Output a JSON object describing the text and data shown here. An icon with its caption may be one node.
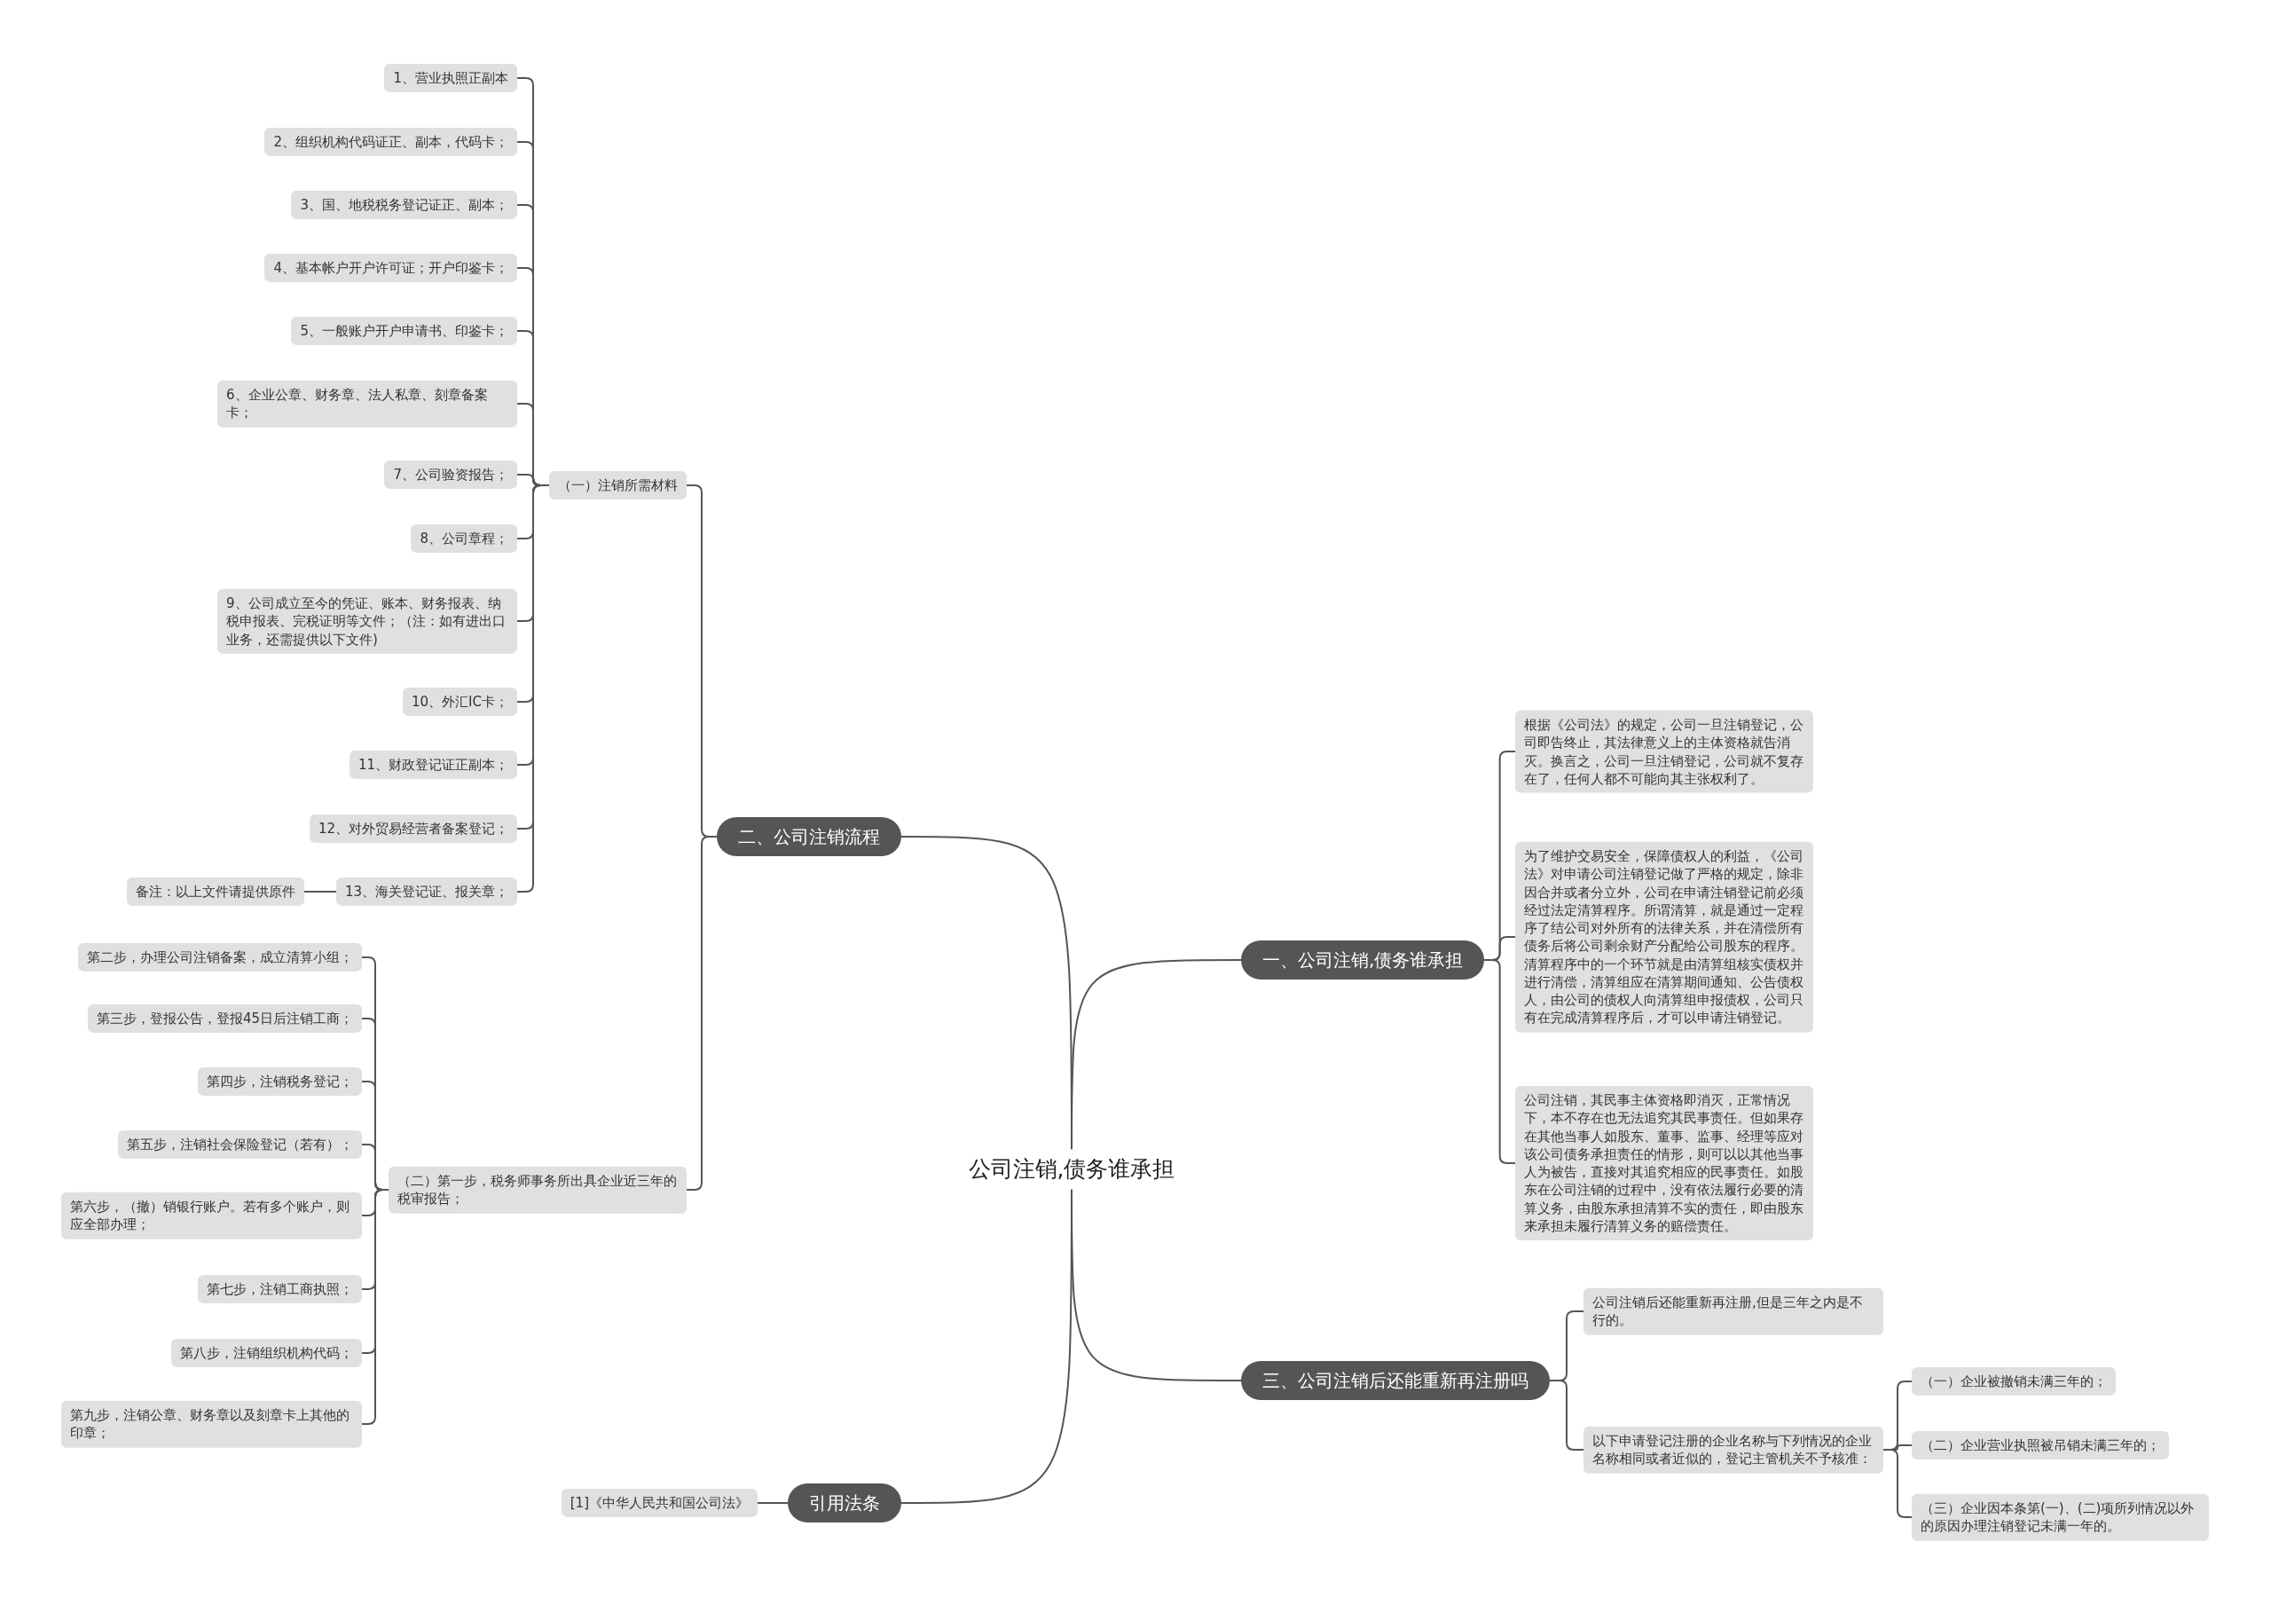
{
  "diagram": {
    "nodes": [
      {
        "text": [
          "公司注销,债务谁承担"
        ]
      },
      {
        "text": [
          "二、公司注销流程"
        ]
      },
      {
        "text": [
          "（一）注销所需材料"
        ]
      },
      {
        "text": [
          "1、营业执照正副本"
        ]
      },
      {
        "text": [
          "2、组织机构代码证正、副本，代码卡；"
        ]
      },
      {
        "text": [
          "3、国、地税税务登记证正、副本；"
        ]
      },
      {
        "text": [
          "4、基本帐户开户许可证；开户印鉴卡；"
        ]
      },
      {
        "text": [
          "5、一般账户开户申请书、印鉴卡；"
        ]
      },
      {
        "text": [
          "6、企业公章、财务章、法人私章、刻章备案卡；"
        ]
      },
      {
        "text": [
          "7、公司验资报告；"
        ]
      },
      {
        "text": [
          "8、公司章程；"
        ]
      },
      {
        "text": [
          "9、公司成立至今的凭证、账本、财务报表、纳税申报表、完税证明等文件；（注：如有进出口业务，还需提供以下文件)"
        ]
      },
      {
        "text": [
          "10、外汇IC卡；"
        ]
      },
      {
        "text": [
          "11、财政登记证正副本；"
        ]
      },
      {
        "text": [
          "12、对外贸易经营者备案登记；"
        ]
      },
      {
        "text": [
          "13、海关登记证、报关章；"
        ]
      },
      {
        "text": [
          "备注：以上文件请提供原件"
        ]
      },
      {
        "text": [
          "（二）第一步，税务师事务所出具企业近三年的税审报告；"
        ]
      },
      {
        "text": [
          "第二步，办理公司注销备案，成立清算小组；"
        ]
      },
      {
        "text": [
          "第三步，登报公告，登报45日后注销工商；"
        ]
      },
      {
        "text": [
          "第四步，注销税务登记；"
        ]
      },
      {
        "text": [
          "第五步，注销社会保险登记（若有）；"
        ]
      },
      {
        "text": [
          "第六步，（撤）销银行账户。若有多个账户，则应全部办理；"
        ]
      },
      {
        "text": [
          "第七步，注销工商执照；"
        ]
      },
      {
        "text": [
          "第八步，注销组织机构代码；"
        ]
      },
      {
        "text": [
          "第九步，注销公章、财务章以及刻章卡上其他的印章；"
        ]
      },
      {
        "text": [
          "引用法条"
        ]
      },
      {
        "text": [
          "[1]《中华人民共和国公司法》"
        ]
      },
      {
        "text": [
          "一、公司注销,债务谁承担"
        ]
      },
      {
        "text": [
          "根据《公司法》的规定，公司一旦注销登记，公司即告终止，其法律意义上的主体资格就告消灭。换言之，公司一旦注销登记，公司就不复存在了，任何人都不可能向其主张权利了。"
        ]
      },
      {
        "text": [
          "为了维护交易安全，保障债权人的利益，《公司法》对申请公司注销登记做了严格的规定，除非因合并或者分立外，公司在申请注销登记前必须经过法定清算程序。所谓清算，就是通过一定程序了结公司对外所有的法律关系，并在清偿所有债务后将公司剩余财产分配给公司股东的程序。清算程序中的一个环节就是由清算组核实债权并进行清偿，清算组应在清算期间通知、公告债权人，由公司的债权人向清算组申报债权，公司只有在完成清算程序后，才可以申请注销登记。"
        ]
      },
      {
        "text": [
          "公司注销，其民事主体资格即消灭，正常情况下，本不存在也无法追究其民事责任。但如果存在其他当事人如股东、董事、监事、经理等应对该公司债务承担责任的情形，则可以以其他当事人为被告，直接对其追究相应的民事责任。如股东在公司注销的过程中，没有依法履行必要的清算义务，由股东承担清算不实的责任，即由股东来承担未履行清算义务的赔偿责任。"
        ]
      },
      {
        "text": [
          "三、公司注销后还能重新再注册吗"
        ]
      },
      {
        "text": [
          "公司注销后还能重新再注册,但是三年之内是不行的。"
        ]
      },
      {
        "text": [
          "以下申请登记注册的企业名称与下列情况的企业名称相同或者近似的，登记主管机关不予核准："
        ]
      },
      {
        "text": [
          "（一）企业被撤销未满三年的；"
        ]
      },
      {
        "text": [
          "（二）企业营业执照被吊销未满三年的；"
        ]
      },
      {
        "text": [
          "（三）企业因本条第(一)、(二)项所列情况以外的原因办理注销登记未满一年的。"
        ]
      }
    ],
    "edges": [
      {
        "from": 0,
        "to": 1,
        "arrow": "none"
      },
      {
        "from": 1,
        "to": 2,
        "arrow": "none"
      },
      {
        "from": 2,
        "to": 3,
        "arrow": "none"
      },
      {
        "from": 2,
        "to": 4,
        "arrow": "none"
      },
      {
        "from": 2,
        "to": 5,
        "arrow": "none"
      },
      {
        "from": 2,
        "to": 6,
        "arrow": "none"
      },
      {
        "from": 2,
        "to": 7,
        "arrow": "none"
      },
      {
        "from": 2,
        "to": 8,
        "arrow": "none"
      },
      {
        "from": 2,
        "to": 9,
        "arrow": "none"
      },
      {
        "from": 2,
        "to": 10,
        "arrow": "none"
      },
      {
        "from": 2,
        "to": 11,
        "arrow": "none"
      },
      {
        "from": 2,
        "to": 12,
        "arrow": "none"
      },
      {
        "from": 2,
        "to": 13,
        "arrow": "none"
      },
      {
        "from": 2,
        "to": 14,
        "arrow": "none"
      },
      {
        "from": 2,
        "to": 15,
        "arrow": "none"
      },
      {
        "from": 15,
        "to": 16,
        "arrow": "none"
      },
      {
        "from": 1,
        "to": 17,
        "arrow": "none"
      },
      {
        "from": 17,
        "to": 18,
        "arrow": "none"
      },
      {
        "from": 17,
        "to": 19,
        "arrow": "none"
      },
      {
        "from": 17,
        "to": 20,
        "arrow": "none"
      },
      {
        "from": 17,
        "to": 21,
        "arrow": "none"
      },
      {
        "from": 17,
        "to": 22,
        "arrow": "none"
      },
      {
        "from": 17,
        "to": 23,
        "arrow": "none"
      },
      {
        "from": 17,
        "to": 24,
        "arrow": "none"
      },
      {
        "from": 17,
        "to": 25,
        "arrow": "none"
      },
      {
        "from": 0,
        "to": 26,
        "arrow": "none"
      },
      {
        "from": 26,
        "to": 27,
        "arrow": "none"
      },
      {
        "from": 0,
        "to": 28,
        "arrow": "none"
      },
      {
        "from": 28,
        "to": 29,
        "arrow": "none"
      },
      {
        "from": 28,
        "to": 30,
        "arrow": "none"
      },
      {
        "from": 28,
        "to": 31,
        "arrow": "none"
      },
      {
        "from": 0,
        "to": 32,
        "arrow": "none"
      },
      {
        "from": 32,
        "to": 33,
        "arrow": "none"
      },
      {
        "from": 32,
        "to": 34,
        "arrow": "none"
      },
      {
        "from": 34,
        "to": 35,
        "arrow": "none"
      },
      {
        "from": 34,
        "to": 36,
        "arrow": "none"
      },
      {
        "from": 34,
        "to": 37,
        "arrow": "none"
      }
    ]
  }
}
